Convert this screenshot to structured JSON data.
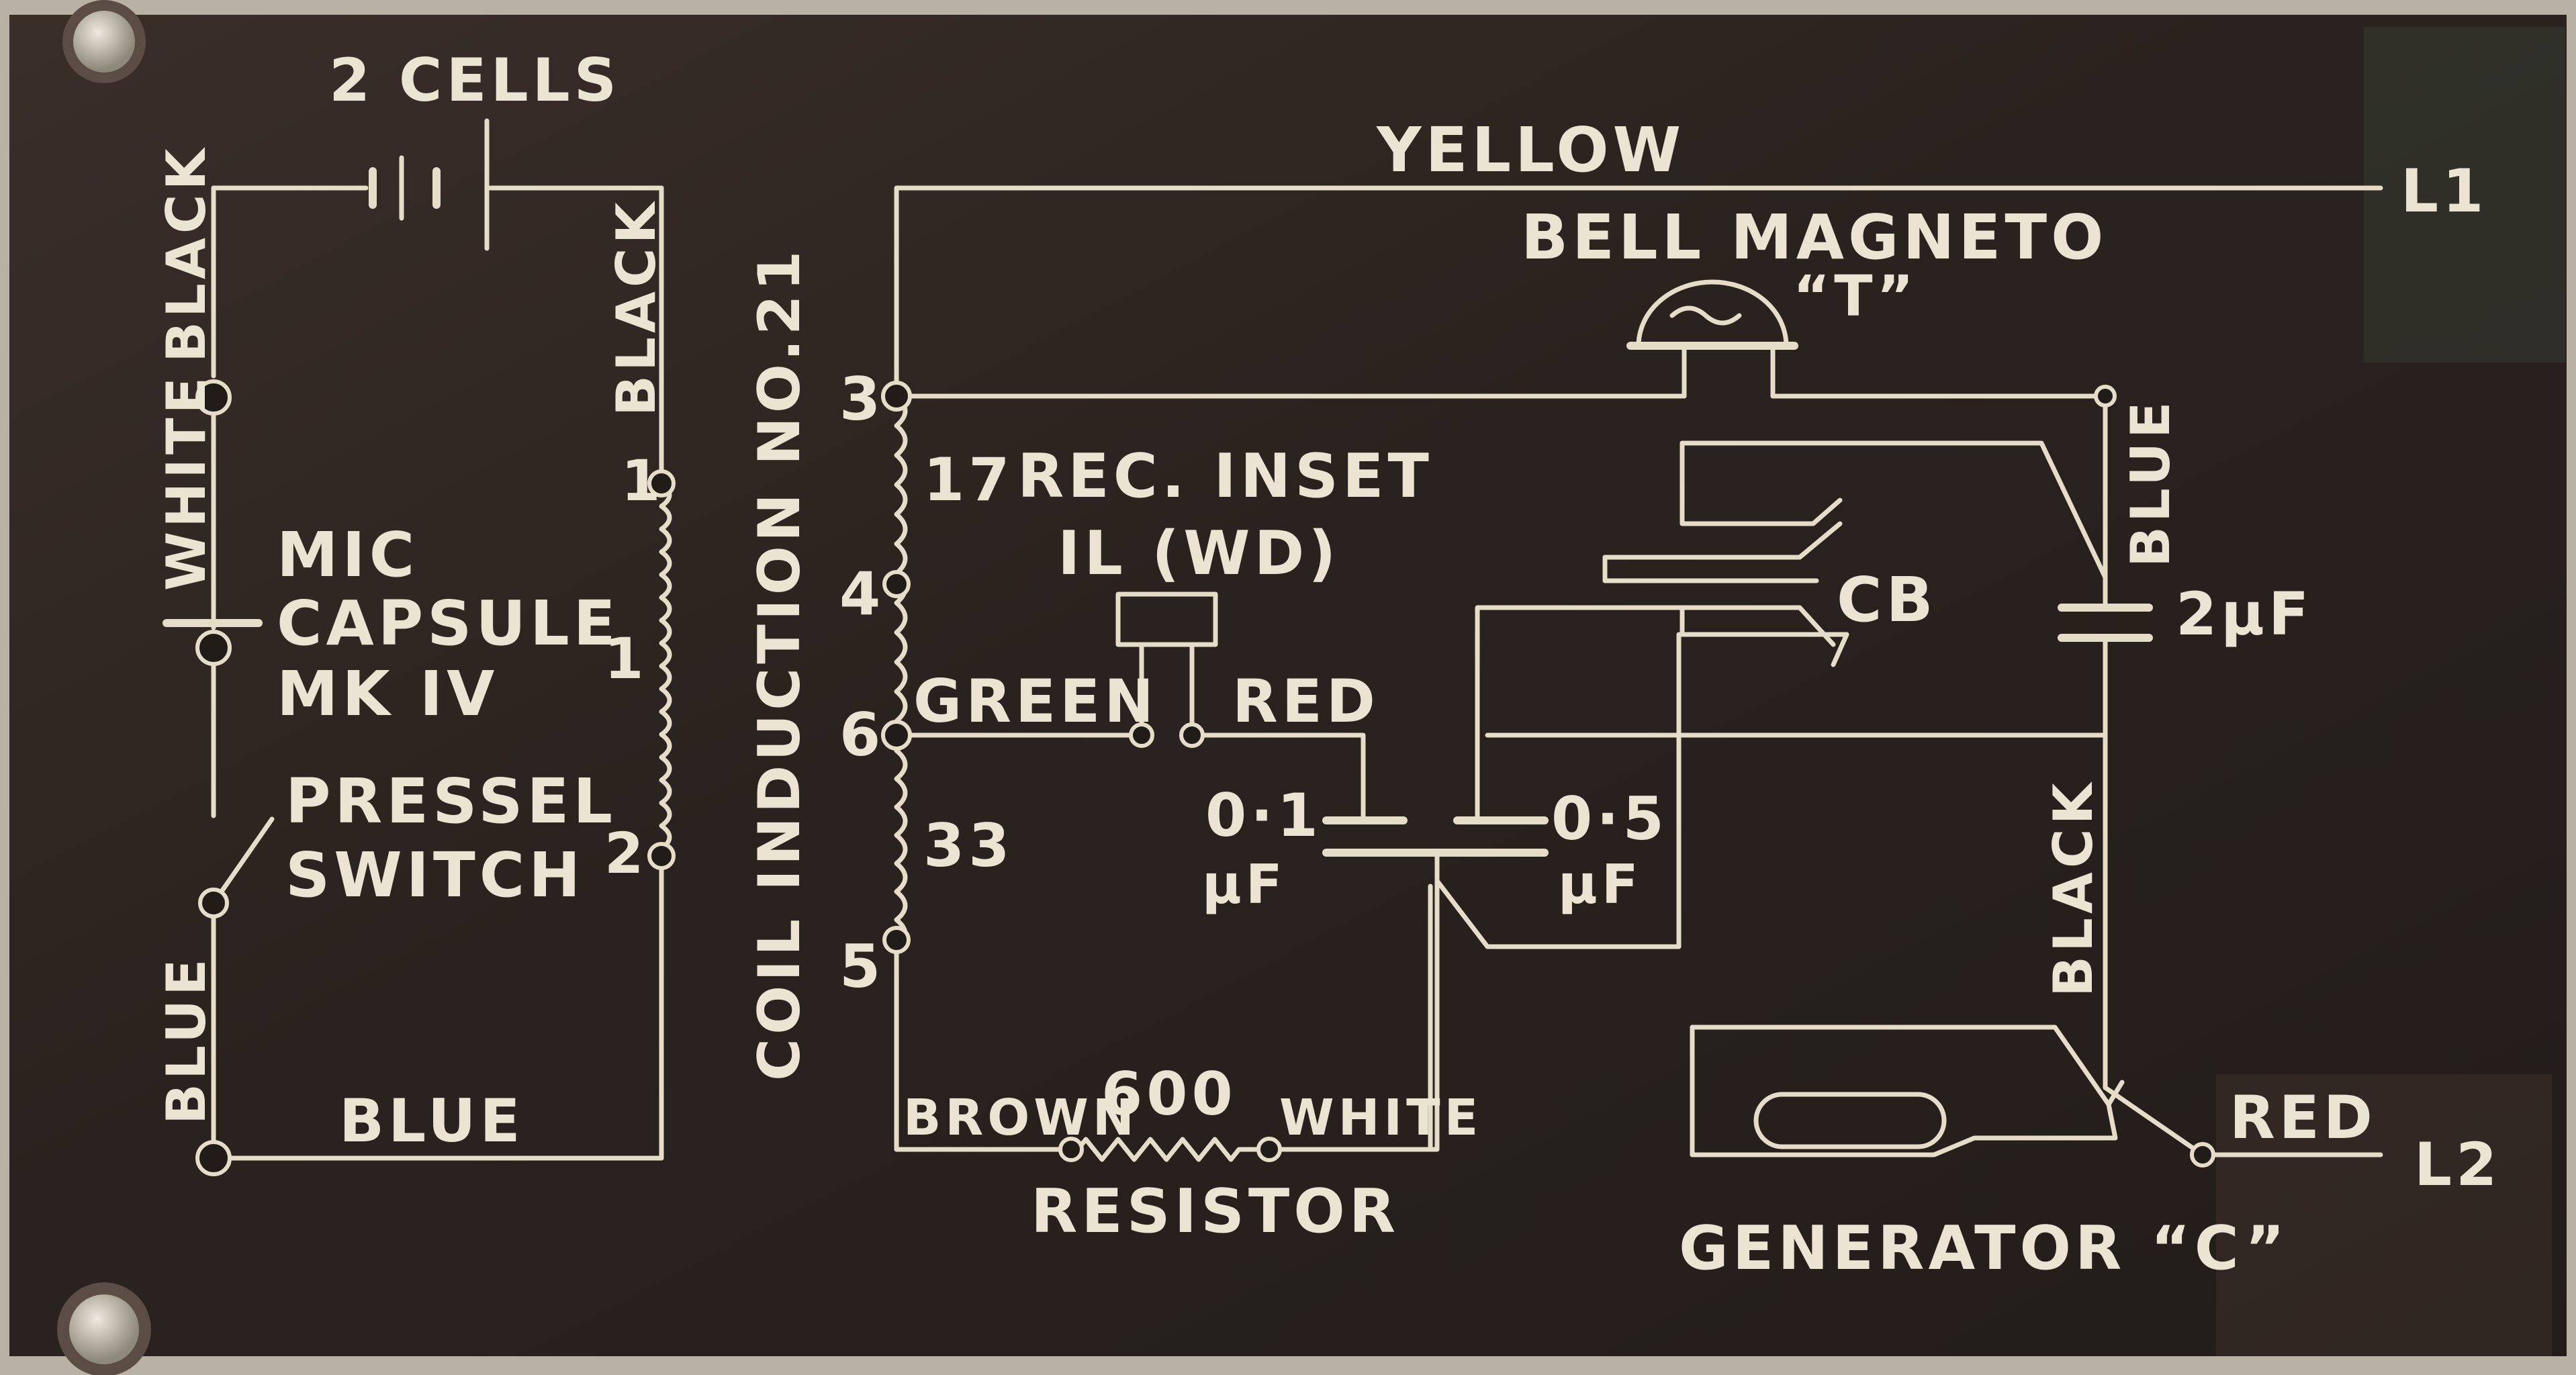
{
  "colors": {
    "plate": "#2a221e",
    "plate_edge": "#b9b1a4",
    "ink": "#ece4d2",
    "screw": "#c9c2b6"
  },
  "left_circuit": {
    "cells": "2 CELLS",
    "wire_top_left": "BLACK",
    "wire_white": "WHITE",
    "wire_black_right": "BLACK",
    "mic_line1": "MIC",
    "mic_line2": "CAPSULE",
    "mic_line3": "MK IV",
    "pressel_line1": "PRESSEL",
    "pressel_line2": "SWITCH",
    "wire_blue_left": "BLUE",
    "wire_blue_bottom": "BLUE",
    "coil_term_1a": "1",
    "coil_term_1b": "1",
    "coil_term_2": "2"
  },
  "coil": {
    "title": "COIL INDUCTION NO.21",
    "term_3": "3",
    "term_4": "4",
    "term_6": "6",
    "term_5": "5",
    "winding_17": "17",
    "winding_33": "33"
  },
  "main_circuit": {
    "wire_yellow": "YELLOW",
    "line_l1": "L1",
    "bell_line1": "BELL MAGNETO",
    "bell_line2": "“T”",
    "receiver_line1": "REC. INSET",
    "receiver_line2": "IL (WD)",
    "wire_green": "GREEN",
    "wire_red_top": "RED",
    "cap1_value": "0·1",
    "cap1_unit": "μF",
    "cap2_value": "0·5",
    "cap2_unit": "μF",
    "cap3_value": "2μF",
    "switch_cb": "CB",
    "wire_blue_right": "BLUE",
    "wire_black_right": "BLACK",
    "wire_brown": "BROWN",
    "resistor_value": "600",
    "wire_white_bottom": "WHITE",
    "resistor_label": "RESISTOR",
    "wire_red_bottom": "RED",
    "line_l2": "L2",
    "generator": "GENERATOR “C”"
  }
}
